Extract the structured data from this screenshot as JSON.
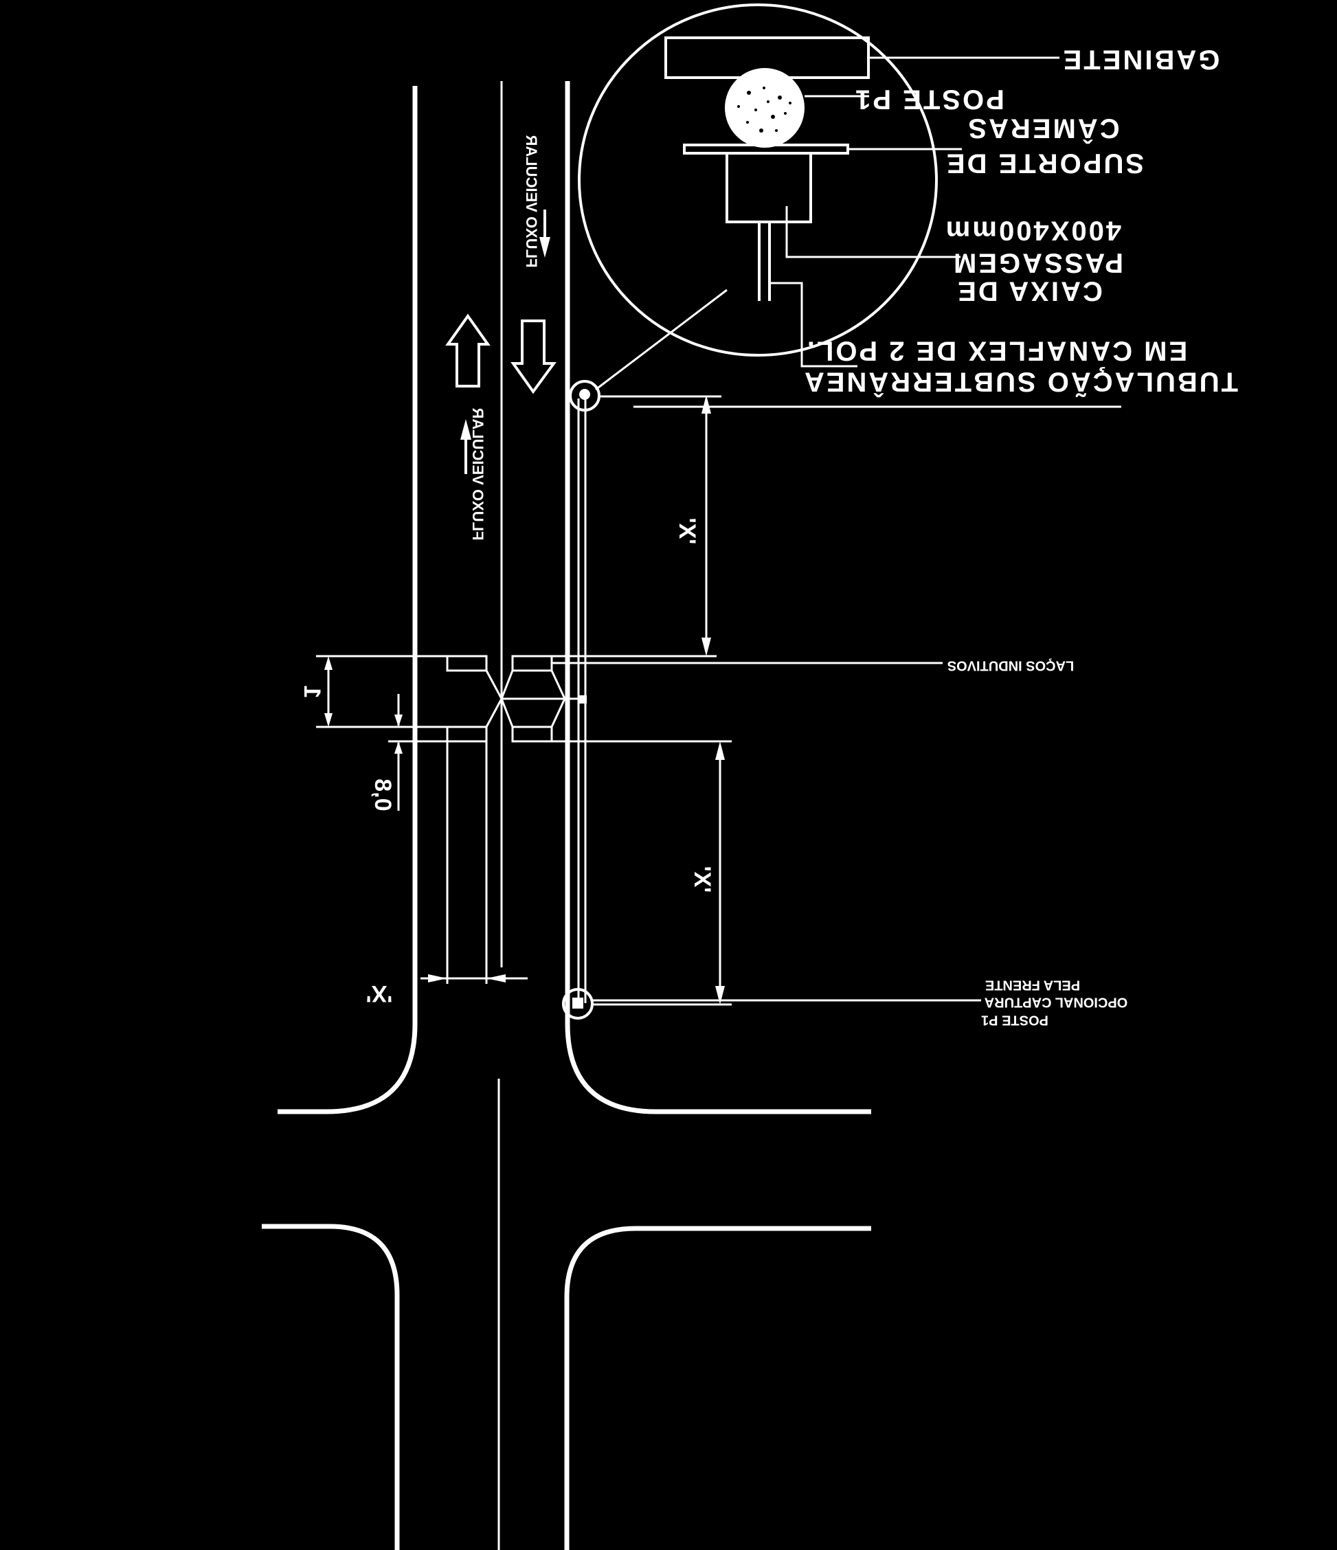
{
  "drawing": {
    "background": "#000000",
    "stroke": "#ffffff",
    "mirrored": true,
    "labels": {
      "gabinete": "GABINETE",
      "poste_p1": "POSTE P1",
      "suporte_line1": "SUPORTE DE",
      "suporte_line2": "CÂMERAS",
      "caixa_line1": "CAIXA DE",
      "caixa_line2": "PASSAGEM",
      "caixa_line3": "400X400mm",
      "tubulacao_line1": "TUBULAÇÃO SUBTERRÂNEA",
      "tubulacao_line2": "EM CANAFLEX DE 2 POL.",
      "lacos": "LAÇOS INDUTIVOS",
      "poste_opcional_line1": "POSTE P1",
      "poste_opcional_line2": "OPCIONAL  CAPTURA",
      "poste_opcional_line3": "PELA FRENTE",
      "fluxo_left": "FLUXO VEICULAR",
      "fluxo_right": "FLUXO VEICULAR",
      "dim_x_upper": "'X'",
      "dim_x_lower": "'X'",
      "dim_x_bottom": "'X'",
      "dim_1": "1",
      "dim_08": "0,8"
    }
  }
}
